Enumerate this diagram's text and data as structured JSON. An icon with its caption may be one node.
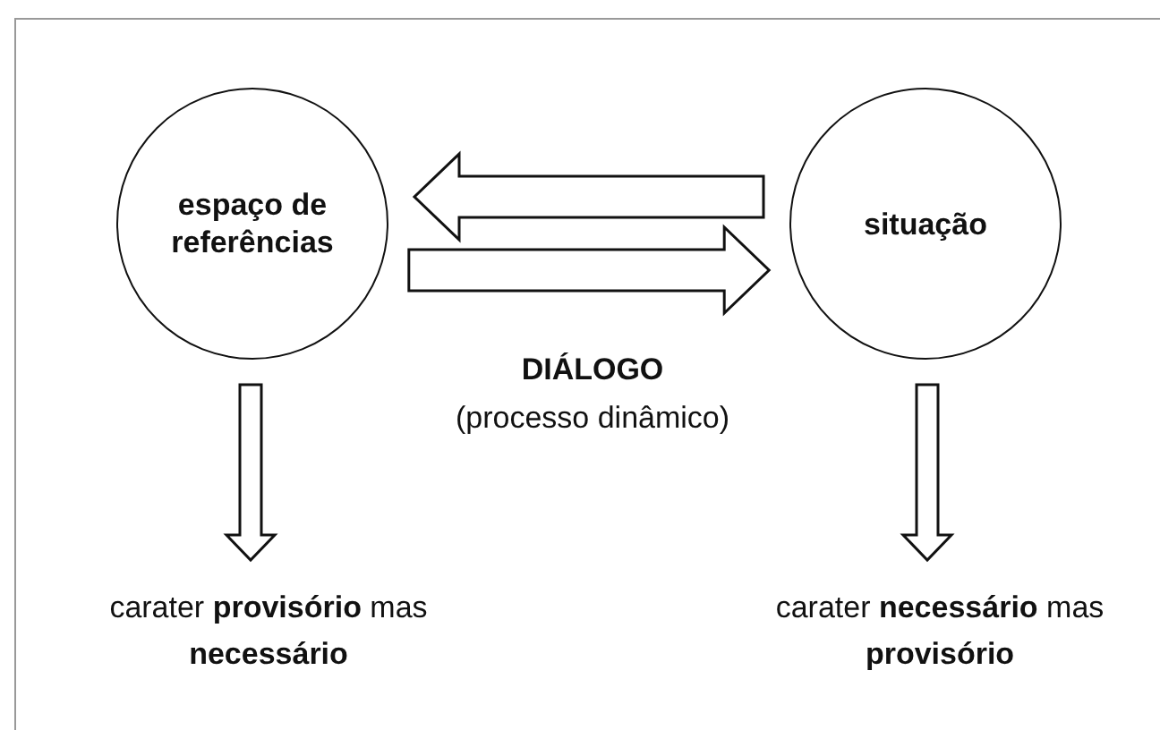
{
  "diagram": {
    "nodes": [
      {
        "text": [
          "espaço de referências"
        ]
      },
      {
        "text": [
          "situação"
        ]
      },
      {
        "text": [
          "carater **provisório** mas **necessário**"
        ]
      },
      {
        "text": [
          "carater **necessário** mas **provisório**"
        ]
      }
    ],
    "edges": [
      {
        "from": 1,
        "to": 0,
        "arrow": "to"
      },
      {
        "from": 0,
        "to": 1,
        "arrow": "to"
      },
      {
        "from": 0,
        "to": 2,
        "arrow": "to"
      },
      {
        "from": 1,
        "to": 3,
        "arrow": "to"
      }
    ],
    "labels": [
      "DIÁLOGO",
      "(processo dinâmico)"
    ]
  }
}
